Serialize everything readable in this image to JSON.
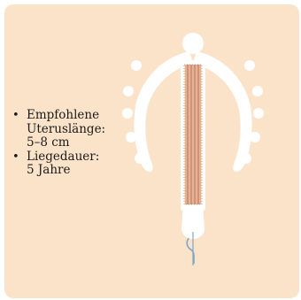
{
  "info": {
    "items": [
      {
        "label": "Empfohlene Uteruslänge:",
        "value": "5–8 cm"
      },
      {
        "label": "Liegedauer:",
        "value": "5 Jahre"
      }
    ]
  },
  "illustration": {
    "icon": "iud-icon",
    "frame_color": "#ffffff",
    "coil_color_dark": "#a0412f",
    "coil_color_light": "#e27d2f",
    "thread_color": "#7ea6c7",
    "background_color": "#fbe3c9"
  }
}
